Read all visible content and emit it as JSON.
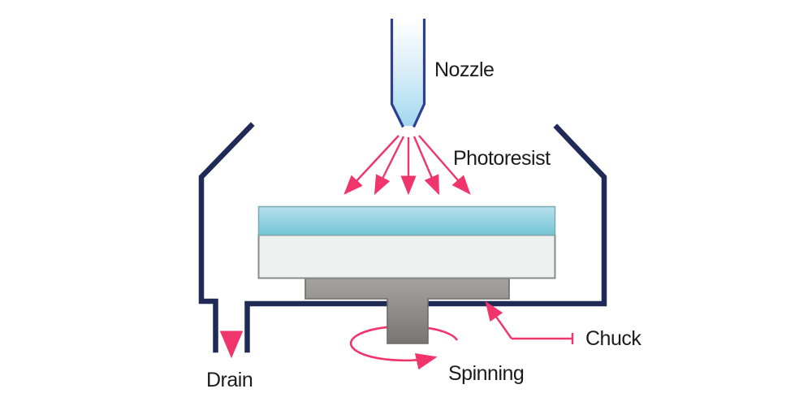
{
  "labels": {
    "nozzle": "Nozzle",
    "photoresist": "Photoresist",
    "chuck": "Chuck",
    "spinning": "Spinning",
    "drain": "Drain"
  },
  "colors": {
    "background": "#ffffff",
    "accent_pink": "#f0356c",
    "bowl_navy": "#1f2b56",
    "nozzle_blue": "#2d3f96",
    "nozzle_fill_bottom": "#a3d8f0",
    "photoresist_teal_top": "#b7e1ed",
    "photoresist_teal_bottom": "#74c5d7",
    "wafer_fill": "#eff0f0",
    "wafer_border": "#8a8c8c",
    "chuck_gray_top": "#a5a29f",
    "chuck_gray_bottom": "#787572",
    "label_text": "#1b1b1b"
  }
}
